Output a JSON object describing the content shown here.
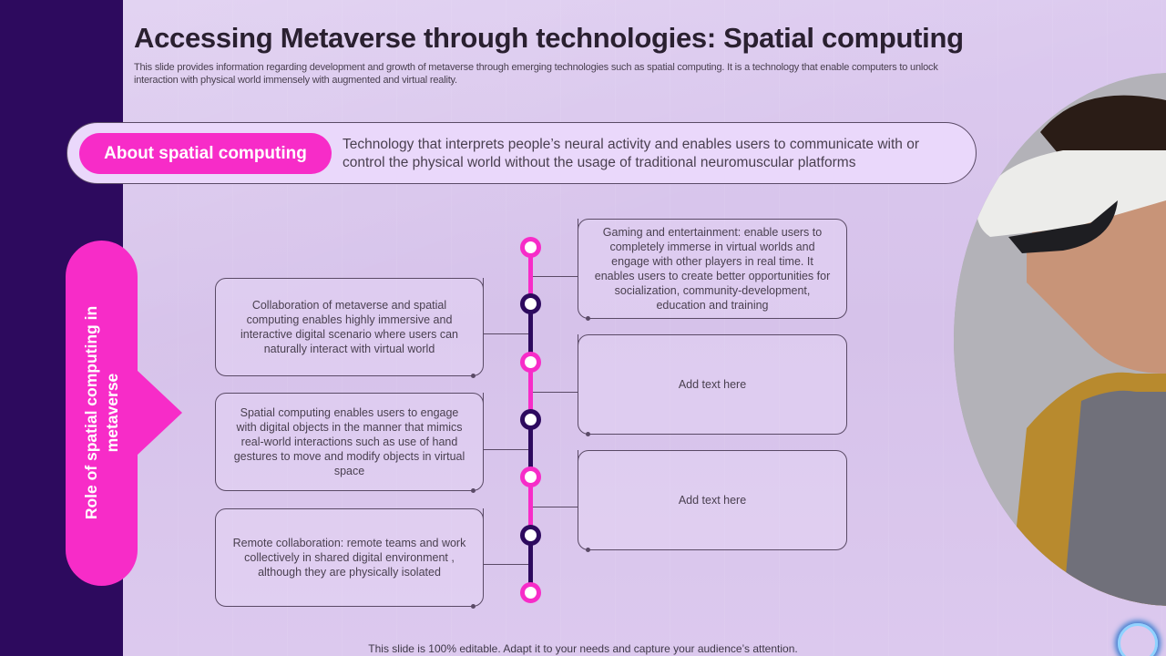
{
  "slide": {
    "title": "Accessing Metaverse through technologies: Spatial computing",
    "subtitle": "This slide provides information regarding development and growth of metaverse through emerging technologies such as spatial computing. It is a technology that enable computers to unlock interaction with physical world immensely with augmented and virtual reality.",
    "footer": "This slide is 100% editable. Adapt it to your needs and capture your audience’s attention."
  },
  "about": {
    "label": "About spatial computing",
    "text": "Technology that interprets people’s neural activity and enables users to communicate with or control the physical world without the usage of traditional neuromuscular  platforms"
  },
  "role": {
    "label": "Role of spatial computing in metaverse"
  },
  "cards": {
    "left": [
      "Collaboration  of metaverse  and spatial computing enables highly immersive  and interactive  digital scenario where users can naturally interact with virtual  world",
      "Spatial computing enables users to engage with digital objects in the manner that mimics real-world  interactions  such as use of hand gestures to move  and modify objects in virtual  space",
      "Remote collaboration:  remote teams and work collectively in shared digital environment   , although they are physically isolated"
    ],
    "right": [
      "Gaming and entertainment: enable users to completely immerse in virtual worlds and engage with other players in real time. It enables users to create better opportunities for socialization, community-development, education and training",
      "Add text here",
      "Add text here"
    ]
  },
  "colors": {
    "accent_pink": "#f72cc8",
    "dark_purple": "#2d0a5e",
    "background": "#dcc8ee"
  },
  "image": {
    "description": "person-wearing-vr-headset"
  }
}
